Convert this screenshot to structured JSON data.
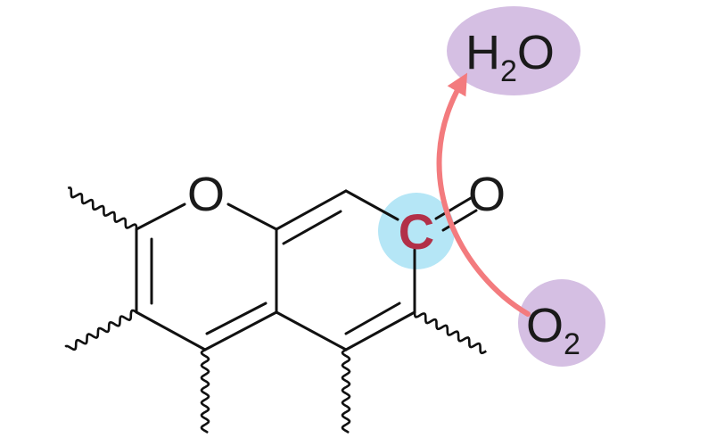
{
  "atoms": {
    "ring_oxygen": "O",
    "carbonyl_oxygen": "O",
    "highlighted_carbon": "C"
  },
  "molecules": {
    "water": {
      "main": "H",
      "sub": "2",
      "tail": "O"
    },
    "oxygen": {
      "main": "O",
      "sub": "2"
    }
  },
  "colors": {
    "highlight": "#b5e6f6",
    "carbon_text": "#b23048",
    "molecule_bubble": "#d5bfe3",
    "arrow": "#f37b7e"
  }
}
